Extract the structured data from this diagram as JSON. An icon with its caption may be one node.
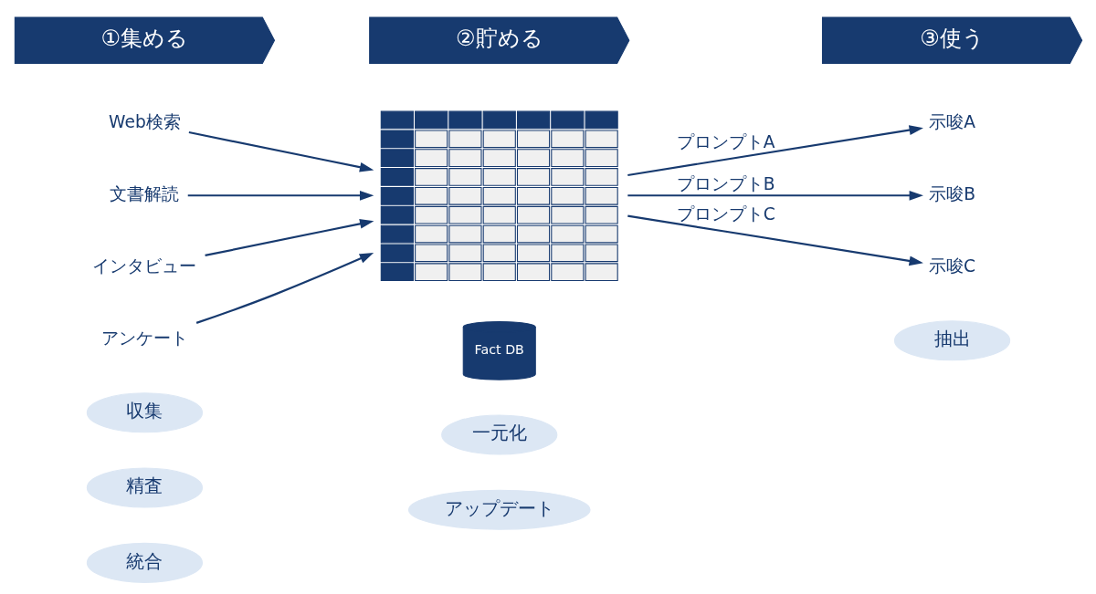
{
  "diagram": {
    "nodes": [
      {
        "text": [
          "①集める"
        ]
      },
      {
        "text": [
          "②貯める"
        ]
      },
      {
        "text": [
          "③使う"
        ]
      },
      {
        "text": [
          "Web検索"
        ]
      },
      {
        "text": [
          "文書解読"
        ]
      },
      {
        "text": [
          "インタビュー"
        ]
      },
      {
        "text": [
          "アンケート"
        ]
      },
      {
        "text": [],
        "shape": "table"
      },
      {
        "text": [
          "Fact DB"
        ]
      },
      {
        "text": [
          "示唆A"
        ]
      },
      {
        "text": [
          "示唆B"
        ]
      },
      {
        "text": [
          "示唆C"
        ]
      },
      {
        "text": [
          "収集"
        ]
      },
      {
        "text": [
          "精査"
        ]
      },
      {
        "text": [
          "統合"
        ]
      },
      {
        "text": [
          "一元化"
        ]
      },
      {
        "text": [
          "アップデート"
        ]
      },
      {
        "text": [
          "抽出"
        ]
      }
    ],
    "edges": [
      {
        "from": 3,
        "to": 7,
        "arrow": "to"
      },
      {
        "from": 4,
        "to": 7,
        "arrow": "to"
      },
      {
        "from": 5,
        "to": 7,
        "arrow": "to"
      },
      {
        "from": 6,
        "to": 7,
        "arrow": "to"
      },
      {
        "from": 7,
        "to": 9,
        "arrow": "to",
        "label": "プロンプトA"
      },
      {
        "from": 7,
        "to": 10,
        "arrow": "to",
        "label": "プロンプトB"
      },
      {
        "from": 7,
        "to": 11,
        "arrow": "to",
        "label": "プロンプトC"
      }
    ]
  }
}
